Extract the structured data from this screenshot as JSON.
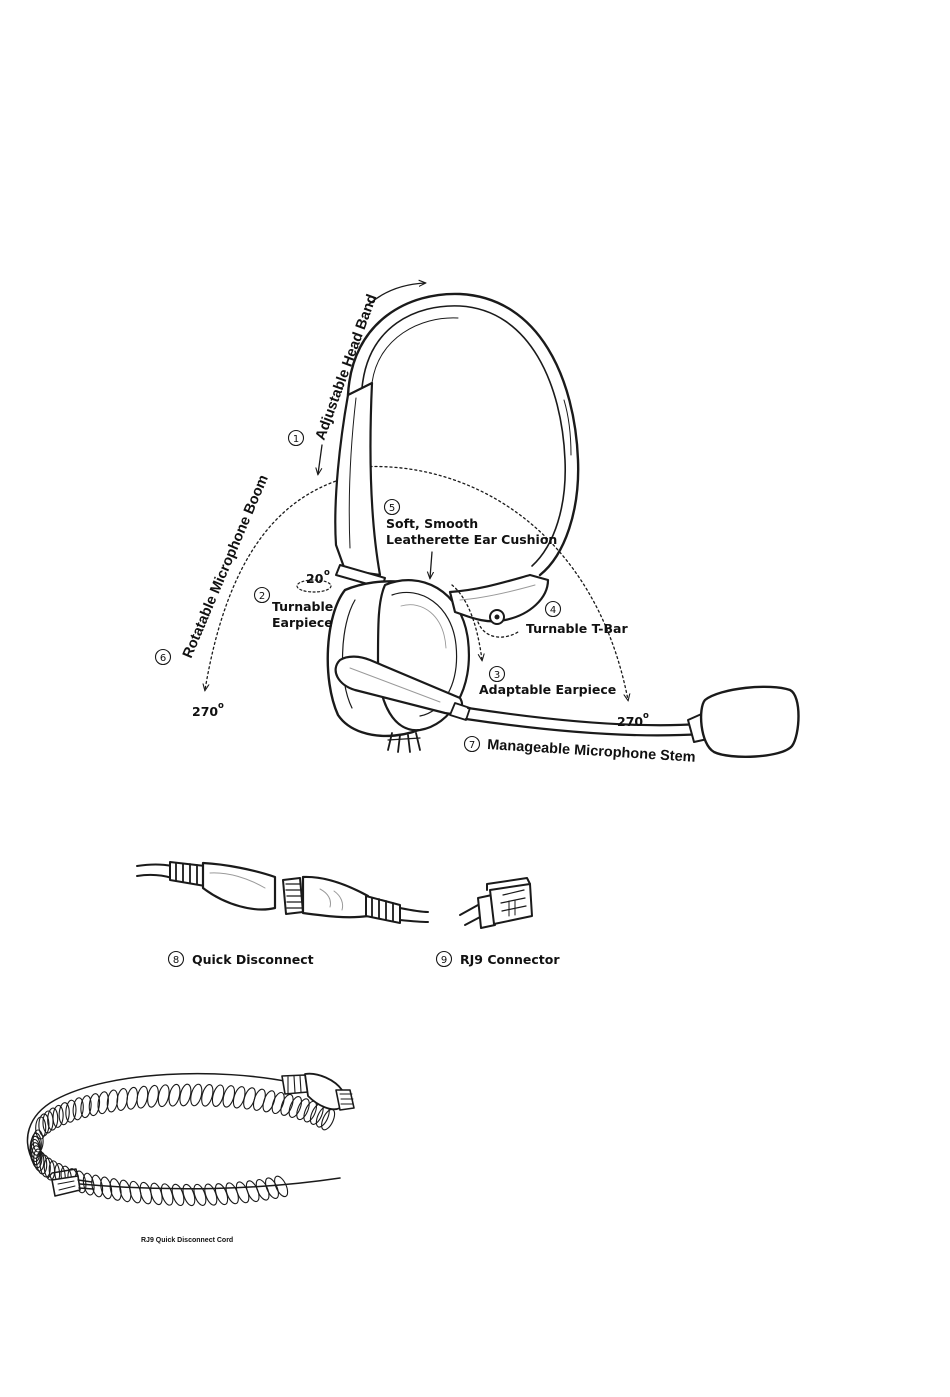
{
  "diagram": {
    "callouts": {
      "c1": {
        "num": "1",
        "label": "Adjustable Head Band"
      },
      "c2": {
        "num": "2",
        "label_line1": "Turnable",
        "label_line2": "Earpiece"
      },
      "c3": {
        "num": "3",
        "label": "Adaptable Earpiece"
      },
      "c4": {
        "num": "4",
        "label": "Turnable T-Bar"
      },
      "c5": {
        "num": "5",
        "label_line1": "Soft, Smooth",
        "label_line2": "Leatherette Ear Cushion"
      },
      "c6": {
        "num": "6",
        "label": "Rotatable Microphone Boom"
      },
      "c7": {
        "num": "7",
        "label": "Manageable Microphone Stem"
      },
      "c8": {
        "num": "8",
        "label": "Quick Disconnect"
      },
      "c9": {
        "num": "9",
        "label": "RJ9 Connector"
      }
    },
    "angles": {
      "earpiece": {
        "value": "20",
        "unit": "o"
      },
      "boom_left": {
        "value": "270",
        "unit": "o"
      },
      "boom_right": {
        "value": "270",
        "unit": "o"
      }
    },
    "cord_caption": "RJ9 Quick Disconnect Cord",
    "colors": {
      "line": "#1a1a1a",
      "shade": "#9a9a9a",
      "fill_light": "#e6e6e6",
      "background": "#ffffff"
    }
  }
}
